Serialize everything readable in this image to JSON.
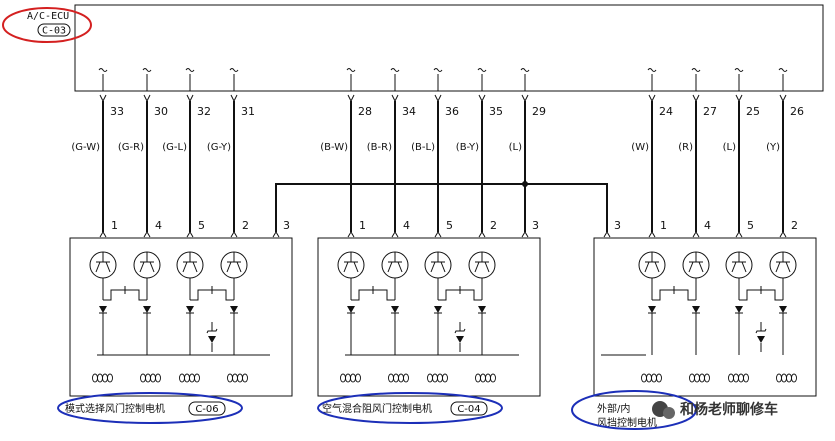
{
  "ecu": {
    "name": "A/C-ECU",
    "connector": "C-03",
    "pins": [
      "33",
      "30",
      "32",
      "31",
      "28",
      "34",
      "36",
      "35",
      "29",
      "24",
      "27",
      "25",
      "26"
    ]
  },
  "wires": [
    "(G-W)",
    "(G-R)",
    "(G-L)",
    "(G-Y)",
    "(B-W)",
    "(B-R)",
    "(B-L)",
    "(B-Y)",
    "(L)",
    "(W)",
    "(R)",
    "(L)",
    "(Y)"
  ],
  "motors": [
    {
      "label": "模式选择风门控制电机",
      "connector": "C-06",
      "pins": [
        "1",
        "4",
        "5",
        "2",
        "3"
      ]
    },
    {
      "label": "空气混合阻风门控制电机",
      "connector": "C-04",
      "pins": [
        "1",
        "4",
        "5",
        "2",
        "3"
      ]
    },
    {
      "label_line1": "外部/内",
      "label_line2": "风挡控制电机",
      "pins": [
        "3",
        "1",
        "4",
        "5",
        "2"
      ]
    }
  ],
  "watermark": "和杨老师聊修车",
  "colors": {
    "line": "#111111",
    "circle_red": "#d42020",
    "circle_blue": "#1c2fb8"
  }
}
